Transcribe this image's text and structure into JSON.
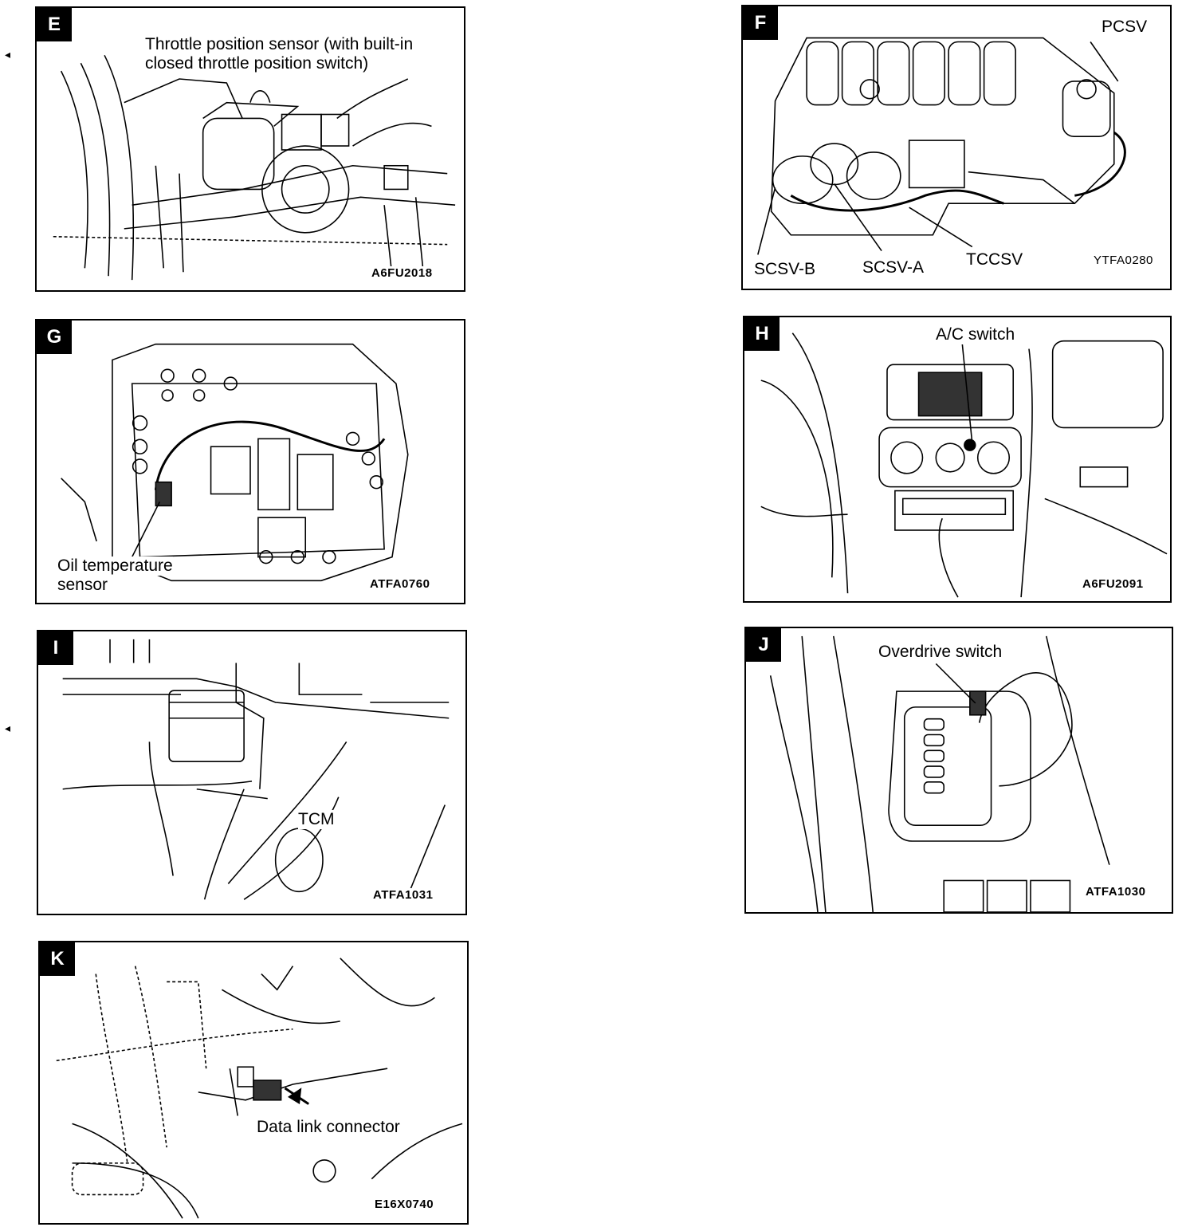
{
  "panels": {
    "e": {
      "letter": "E",
      "label_line1": "Throttle position sensor (with built-in",
      "label_line2": "closed throttle position switch)",
      "code": "A6FU2018"
    },
    "f": {
      "letter": "F",
      "label_pcsv": "PCSV",
      "label_scsvb": "SCSV-B",
      "label_scsva": "SCSV-A",
      "label_tccsv": "TCCSV",
      "code": "YTFA0280"
    },
    "g": {
      "letter": "G",
      "label_line1": "Oil temperature",
      "label_line2": "sensor",
      "code": "ATFA0760"
    },
    "h": {
      "letter": "H",
      "label": "A/C switch",
      "code": "A6FU2091"
    },
    "i": {
      "letter": "I",
      "label": "TCM",
      "code": "ATFA1031"
    },
    "j": {
      "letter": "J",
      "label": "Overdrive switch",
      "code": "ATFA1030"
    },
    "k": {
      "letter": "K",
      "label": "Data link connector",
      "code": "E16X0740"
    }
  }
}
